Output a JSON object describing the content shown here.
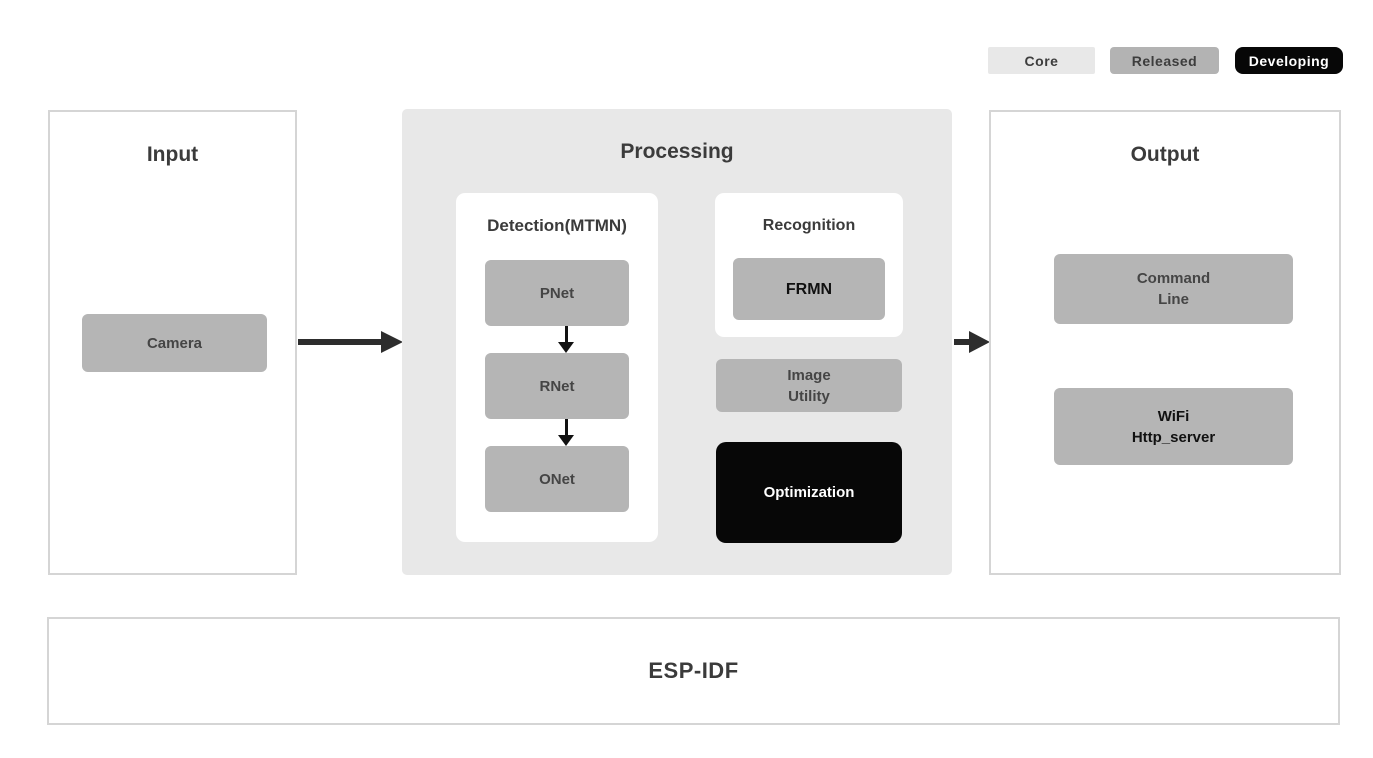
{
  "legend": {
    "core_label": "Core",
    "released_label": "Released",
    "developing_label": "Developing"
  },
  "colors": {
    "core": "#e8e8e8",
    "released": "#b3b3b3",
    "developing": "#070707",
    "node_gray": "#b5b5b5",
    "text_dark": "#3b3b3b",
    "arrow": "#2d2d2d",
    "panel_border": "#d5d5d5"
  },
  "input_panel": {
    "title": "Input",
    "camera_label": "Camera"
  },
  "processing_panel": {
    "title": "Processing",
    "detection": {
      "title": "Detection(MTMN)",
      "nodes": [
        "PNet",
        "RNet",
        "ONet"
      ]
    },
    "recognition": {
      "title": "Recognition",
      "node_label": "FRMN"
    },
    "image_utility_label": "Image\nUtility",
    "optimization_label": "Optimization"
  },
  "output_panel": {
    "title": "Output",
    "command_line_label": "Command\nLine",
    "wifi_label": "WiFi\nHttp_server"
  },
  "foundation": {
    "title": "ESP-IDF"
  }
}
